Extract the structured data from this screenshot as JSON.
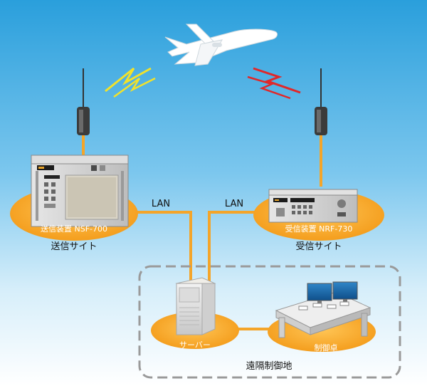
{
  "links": {
    "left_label": "LAN",
    "right_label": "LAN"
  },
  "transmit_site": {
    "equipment_label": "送信装置 NSF-700",
    "site_label": "送信サイト"
  },
  "receive_site": {
    "equipment_label": "受信装置 NRF-730",
    "site_label": "受信サイト"
  },
  "remote_site": {
    "server_label": "サーバー",
    "console_label": "制御卓",
    "site_label": "遠隔制御地"
  },
  "colors": {
    "sky_top": "#2a9fdc",
    "sky_bottom": "#ffffff",
    "platform_orange": "#f6a623",
    "link_orange": "#f4a52a",
    "dashed_border": "#9a9a9a",
    "signal_yellow": "#f2e22a",
    "signal_red": "#e0282a"
  },
  "icons": [
    "airplane-icon",
    "antenna-icon",
    "transmitter-rack-icon",
    "receiver-rack-icon",
    "server-tower-icon",
    "control-console-icon"
  ]
}
